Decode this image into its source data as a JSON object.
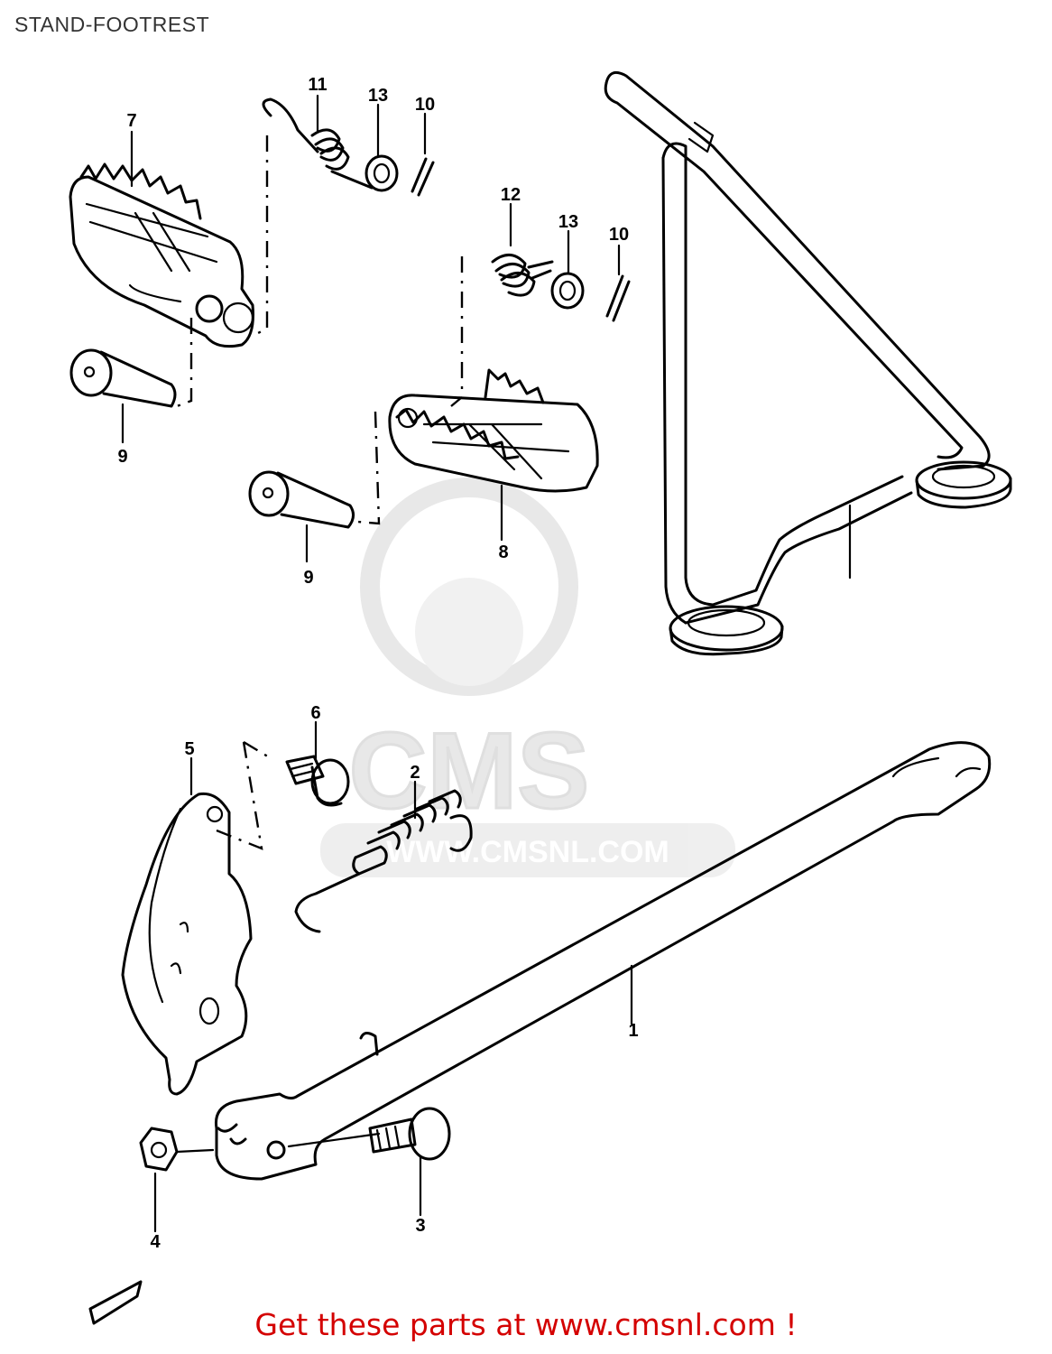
{
  "page": {
    "title": "STAND-FOOTREST"
  },
  "callouts": [
    {
      "id": "c1",
      "label": "1"
    },
    {
      "id": "c2",
      "label": "2"
    },
    {
      "id": "c3",
      "label": "3"
    },
    {
      "id": "c4",
      "label": "4"
    },
    {
      "id": "c5",
      "label": "5"
    },
    {
      "id": "c6",
      "label": "6"
    },
    {
      "id": "c7",
      "label": "7"
    },
    {
      "id": "c8",
      "label": "8"
    },
    {
      "id": "c9a",
      "label": "9"
    },
    {
      "id": "c9b",
      "label": "9"
    },
    {
      "id": "c10a",
      "label": "10"
    },
    {
      "id": "c10b",
      "label": "10"
    },
    {
      "id": "c11",
      "label": "11"
    },
    {
      "id": "c12",
      "label": "12"
    },
    {
      "id": "c13a",
      "label": "13"
    },
    {
      "id": "c13b",
      "label": "13"
    }
  ],
  "watermark": {
    "brand": "CMS",
    "site": "WWW.CMSNL.COM"
  },
  "footer": {
    "text": "Get these parts at www.cmsnl.com !"
  },
  "colors": {
    "footer": "#d40000",
    "watermark": "#e6e6e6",
    "line": "#000000"
  }
}
